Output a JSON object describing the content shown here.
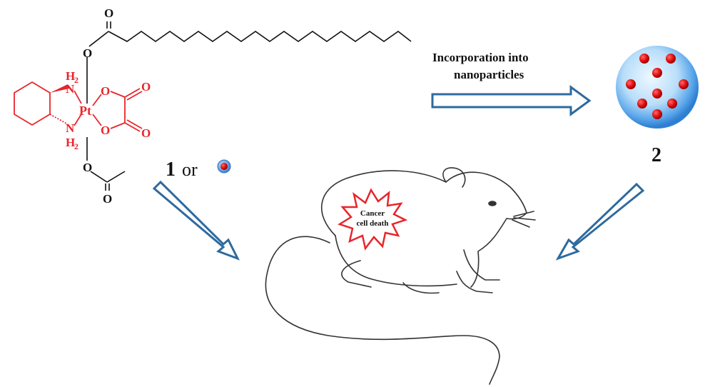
{
  "molecule": {
    "atoms": {
      "carbonyl_o_top": "O",
      "ester_o_top": "O",
      "amine_top_h": "H",
      "amine_top_sub": "2",
      "amine_top_n": "N",
      "amine_bot_n": "N",
      "amine_bot_h": "H",
      "amine_bot_sub": "2",
      "platinum": "Pt",
      "ox_o_left_top": "O",
      "ox_o_right_top": "O",
      "ox_o_left_bot": "O",
      "ox_o_right_bot": "O",
      "ester_o_bottom": "O",
      "carbonyl_o_bottom": "O"
    }
  },
  "labels": {
    "compound_1_number": "1",
    "compound_1_or": "or",
    "compound_2_number": "2",
    "process_line1": "Incorporation into",
    "process_line2": "nanoparticles",
    "cancer_line1": "Cancer",
    "cancer_line2": "cell death"
  },
  "colors": {
    "complex_red": "#e8252b",
    "arrow_blue": "#2e6a9e",
    "nanoparticle_blue": "#3e8fe0",
    "nanoparticle_core": "#d8efff",
    "drug_dot_red": "#e01010",
    "line_black": "#111111"
  }
}
